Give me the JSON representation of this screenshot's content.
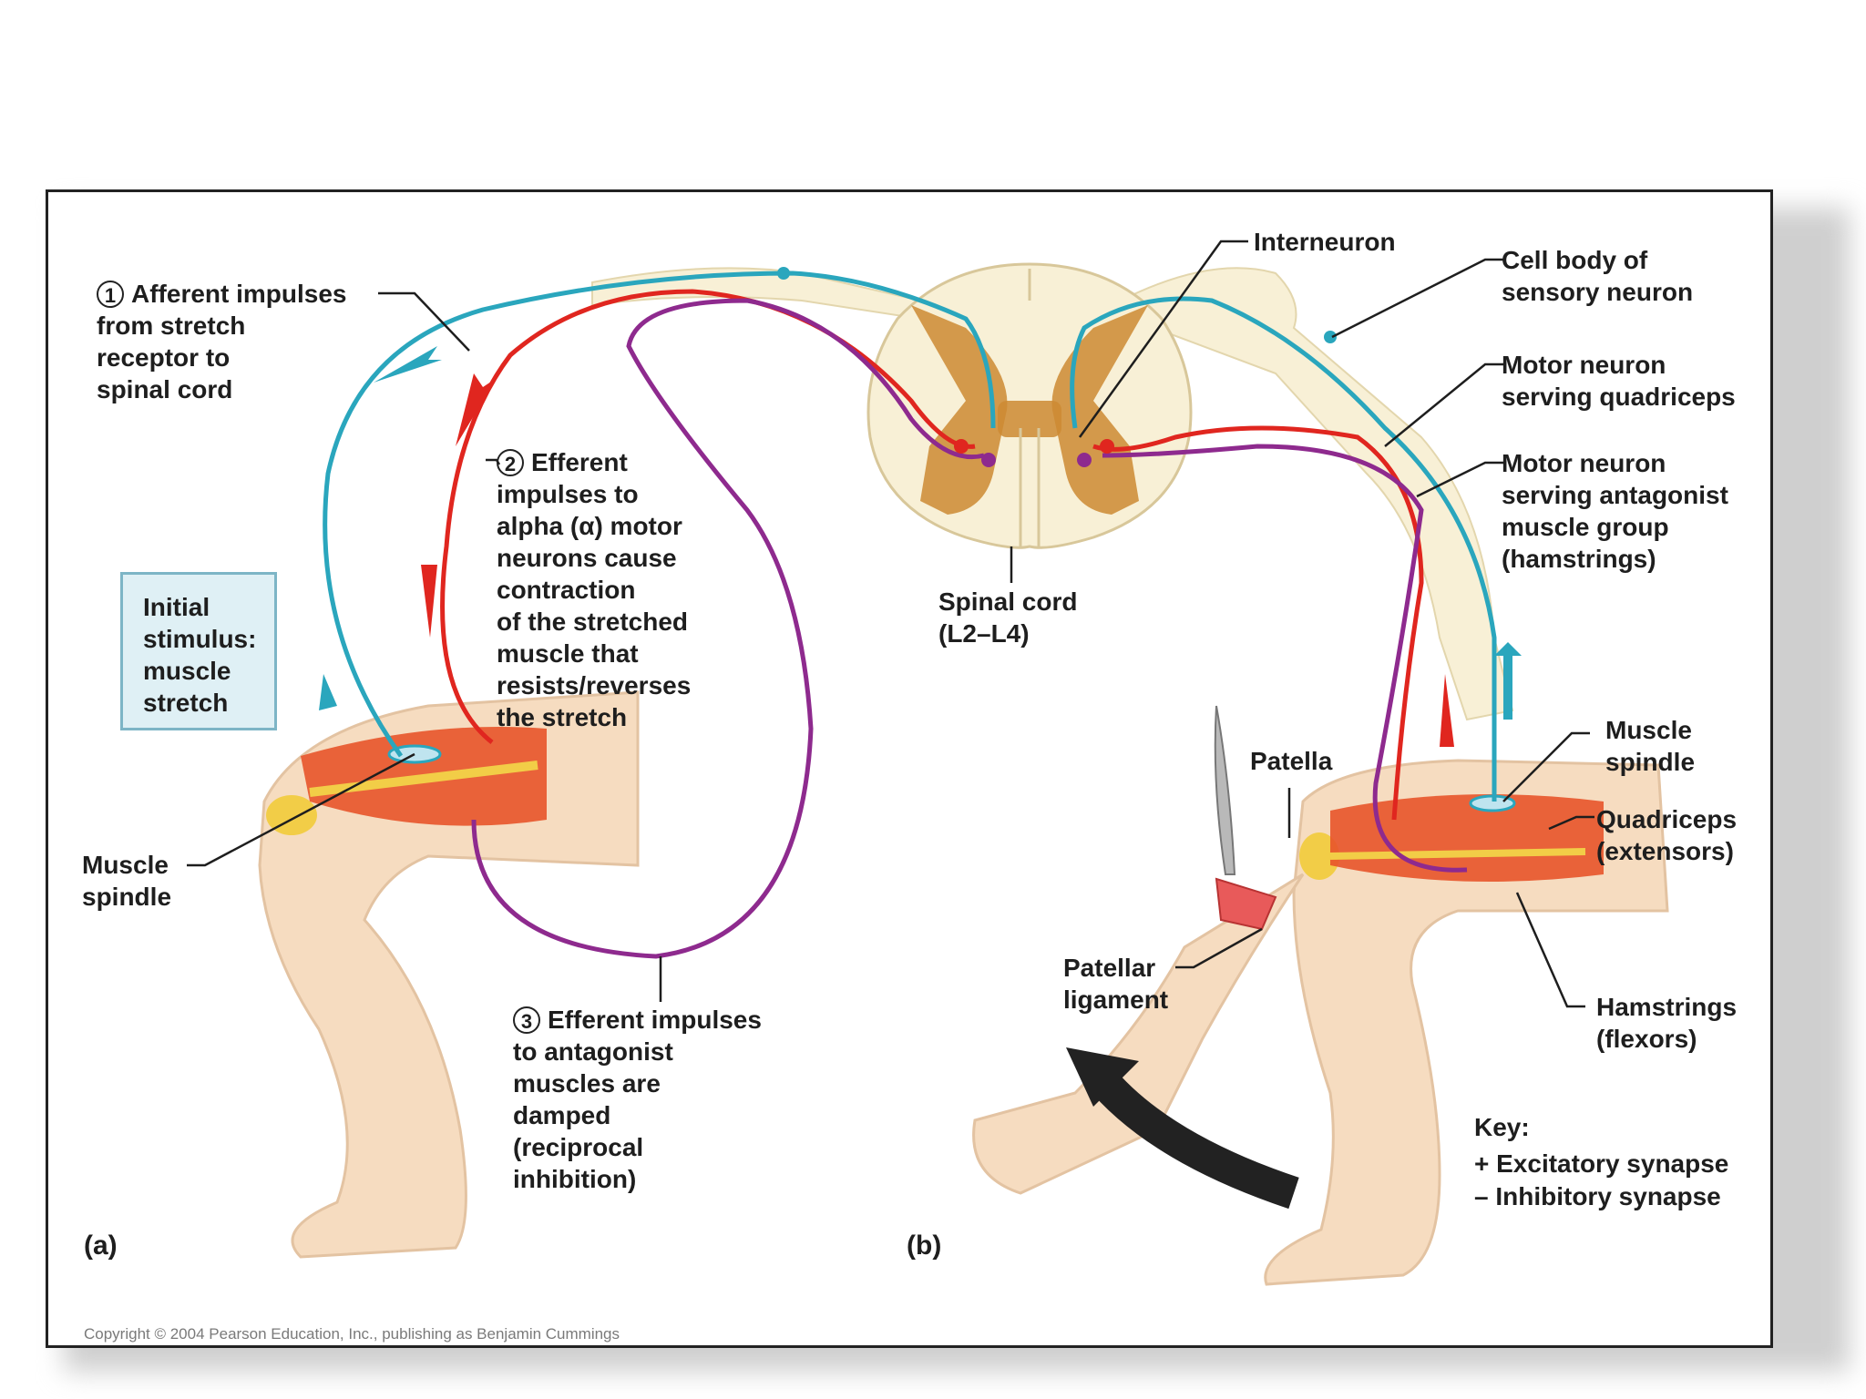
{
  "labels": {
    "step1_num": "1",
    "step1": "Afferent impulses\nfrom stretch\nreceptor to\nspinal cord",
    "step2_num": "2",
    "step2": "Efferent\nimpulses to\nalpha (α) motor\nneurons cause\ncontraction\nof the stretched\nmuscle that\nresists/reverses\nthe stretch",
    "step3_num": "3",
    "step3": "Efferent impulses\nto antagonist\nmuscles are\ndamped\n(reciprocal\ninhibition)",
    "initial_stimulus": "Initial\nstimulus:\nmuscle\nstretch",
    "muscle_spindle_left": "Muscle\nspindle",
    "interneuron": "Interneuron",
    "cell_body": "Cell body of\nsensory neuron",
    "motor_quadriceps": "Motor neuron\nserving quadriceps",
    "motor_antagonist": "Motor neuron\nserving antagonist\nmuscle group\n(hamstrings)",
    "spinal_cord": "Spinal cord\n(L2–L4)",
    "patella": "Patella",
    "muscle_spindle_right": "Muscle\nspindle",
    "quadriceps": "Quadriceps\n(extensors)",
    "patellar_ligament": "Patellar\nligament",
    "hamstrings": "Hamstrings\n(flexors)",
    "key_title": "Key:",
    "key_excitatory": "+  Excitatory synapse",
    "key_inhibitory": "–  Inhibitory synapse",
    "panel_a": "(a)",
    "panel_b": "(b)",
    "copyright": "Copyright © 2004 Pearson Education, Inc., publishing as Benjamin Cummings"
  },
  "colors": {
    "afferent": "#2aa6bd",
    "efferent": "#e0261f",
    "antagonist": "#8e2a8e",
    "skin": "#f6dcc0",
    "muscle": "#e8542a",
    "cord_white": "#f8f0d6",
    "cord_grey": "#d9a25a"
  }
}
